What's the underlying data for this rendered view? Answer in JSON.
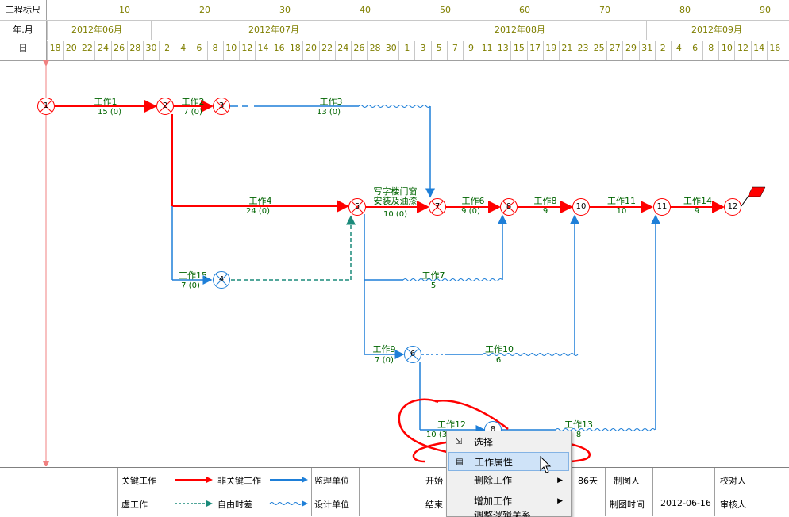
{
  "scale": {
    "row_labels": {
      "ruler": "工程标尺",
      "month": "年.月",
      "day": "日"
    },
    "ruler_ticks": [
      "10",
      "20",
      "30",
      "40",
      "50",
      "60",
      "70",
      "80",
      "90"
    ],
    "months": [
      "2012年06月",
      "2012年07月",
      "2012年08月",
      "2012年09月"
    ],
    "days": [
      "18",
      "20",
      "22",
      "24",
      "26",
      "28",
      "30",
      "2",
      "4",
      "6",
      "8",
      "10",
      "12",
      "14",
      "16",
      "18",
      "20",
      "22",
      "24",
      "26",
      "28",
      "30",
      "1",
      "3",
      "5",
      "7",
      "9",
      "11",
      "13",
      "15",
      "17",
      "19",
      "21",
      "23",
      "25",
      "27",
      "29",
      "31",
      "2",
      "4",
      "6",
      "8",
      "10",
      "12",
      "14",
      "16"
    ]
  },
  "nodes": [
    {
      "id": "1",
      "label": "1",
      "type": "crit-x"
    },
    {
      "id": "2",
      "label": "2",
      "type": "crit-x"
    },
    {
      "id": "3",
      "label": "3",
      "type": "crit-x"
    },
    {
      "id": "4",
      "label": "4",
      "type": "non-x"
    },
    {
      "id": "5",
      "label": "5",
      "type": "crit-x"
    },
    {
      "id": "6",
      "label": "6",
      "type": "non-x"
    },
    {
      "id": "7",
      "label": "7",
      "type": "crit-x"
    },
    {
      "id": "8a",
      "label": "8",
      "type": "crit-x"
    },
    {
      "id": "8b",
      "label": "8",
      "type": "non"
    },
    {
      "id": "10",
      "label": "10",
      "type": "crit"
    },
    {
      "id": "11",
      "label": "11",
      "type": "crit"
    },
    {
      "id": "12",
      "label": "12",
      "type": "crit"
    }
  ],
  "activities": [
    {
      "name": "工作1",
      "dur": "15 (0)"
    },
    {
      "name": "工作2",
      "dur": "7 (0)"
    },
    {
      "name": "工作3",
      "dur": "13 (0)"
    },
    {
      "name": "工作4",
      "dur": "24 (0)"
    },
    {
      "name": "写字楼门窗",
      "name2": "安装及油漆",
      "dur": "10 (0)"
    },
    {
      "name": "工作6",
      "dur": "9 (0)"
    },
    {
      "name": "工作8",
      "dur": "9"
    },
    {
      "name": "工作11",
      "dur": "10"
    },
    {
      "name": "工作14",
      "dur": "9"
    },
    {
      "name": "工作15",
      "dur": "7 (0)"
    },
    {
      "name": "工作7",
      "dur": "5"
    },
    {
      "name": "工作9",
      "dur": "7 (0)"
    },
    {
      "name": "工作10",
      "dur": "6"
    },
    {
      "name": "工作12",
      "dur": "10 (3"
    },
    {
      "name": "工作13",
      "dur": "8"
    }
  ],
  "legend": {
    "critical": "关键工作",
    "noncritical": "非关键工作",
    "dummy": "虚工作",
    "freefloat": "自由时差",
    "supervisor": "监理单位",
    "designer": "设计单位",
    "start": "开始",
    "end": "结束",
    "duration_value": "86天",
    "drawn_by": "制图人",
    "drawn_time": "制图时间",
    "drawn_date": "2012-06-16",
    "checker": "校对人",
    "reviewer": "审核人"
  },
  "context_menu": {
    "items": [
      {
        "label": "选择",
        "icon": "select-icon",
        "submenu": false
      },
      {
        "label": "工作属性",
        "icon": "properties-icon",
        "submenu": false,
        "highlighted": true
      },
      {
        "label": "删除工作",
        "icon": "",
        "submenu": true
      },
      {
        "label": "增加工作",
        "icon": "",
        "submenu": true
      },
      {
        "label": "调整逻辑关系",
        "icon": "",
        "submenu": true
      }
    ]
  },
  "colors": {
    "critical": "#ff0000",
    "noncritical": "#1e7fd8",
    "dummy": "#1a8a7a",
    "label": "#006400",
    "scale_text": "#7f7f00",
    "annotation": "#ff0000"
  }
}
